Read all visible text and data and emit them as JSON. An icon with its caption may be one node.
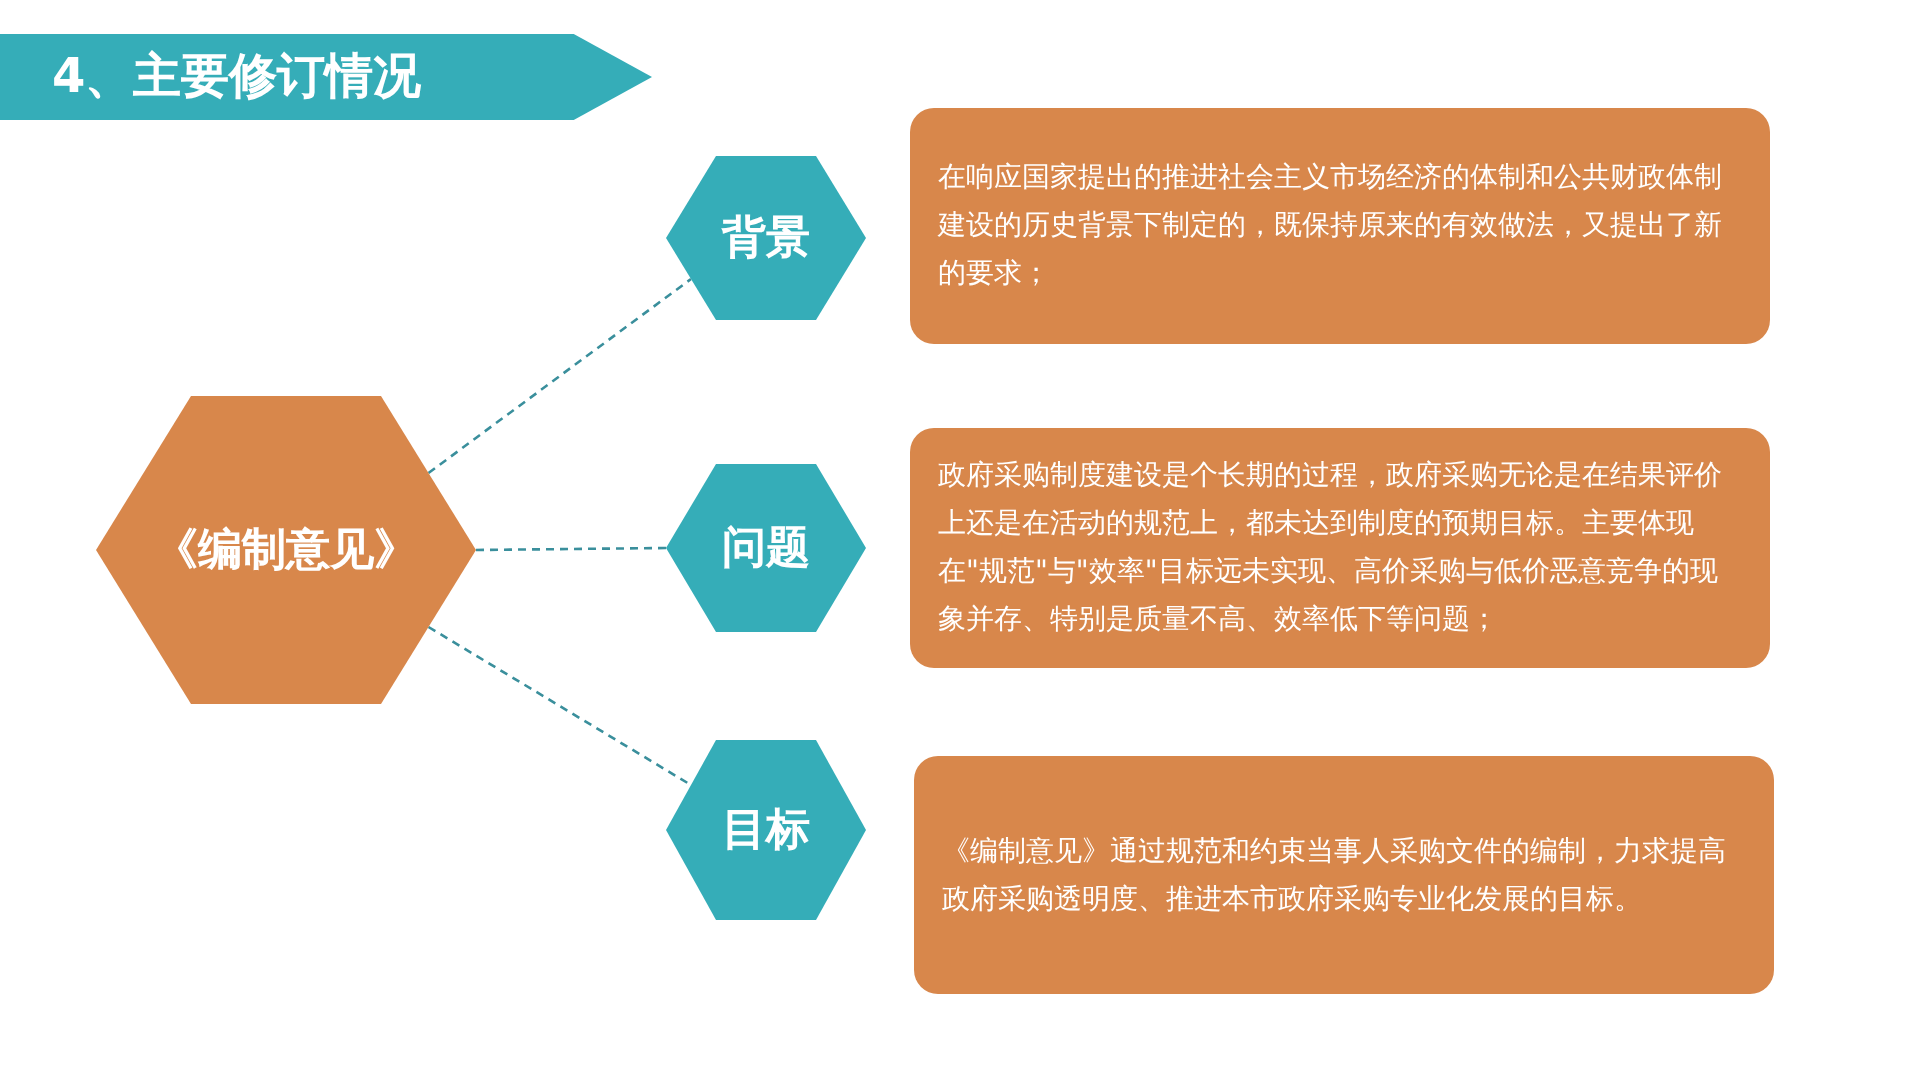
{
  "diagram": {
    "title": "4、主要修订情况",
    "nodes": [
      {
        "text": [
          "《编制意见》"
        ]
      },
      {
        "text": [
          "背景"
        ]
      },
      {
        "text": [
          "在响应国家提出的推进社会主义市场经济的体制和公共财政体制建设的历史背景下制定的，既保持原来的有效做法，又提出了新的要求；"
        ]
      },
      {
        "text": [
          "问题"
        ]
      },
      {
        "text": [
          "政府采购制度建设是个长期的过程，政府采购无论是在结果评价上还是在活动的规范上，都未达到制度的预期目标。主要体现在\"规范\"与\"效率\"目标远未实现、高价采购与低价恶意竞争的现象并存、特别是质量不高、效率低下等问题；"
        ]
      },
      {
        "text": [
          "目标"
        ]
      },
      {
        "text": [
          "《编制意见》通过规范和约束当事人采购文件的编制，力求提高政府采购透明度、推进本市政府采购专业化发展的目标。"
        ]
      }
    ],
    "edges": [
      {
        "from": 0,
        "to": 1,
        "arrow": "none",
        "style": "dashed"
      },
      {
        "from": 0,
        "to": 3,
        "arrow": "none",
        "style": "dashed"
      },
      {
        "from": 0,
        "to": 5,
        "arrow": "none",
        "style": "dashed"
      }
    ]
  }
}
